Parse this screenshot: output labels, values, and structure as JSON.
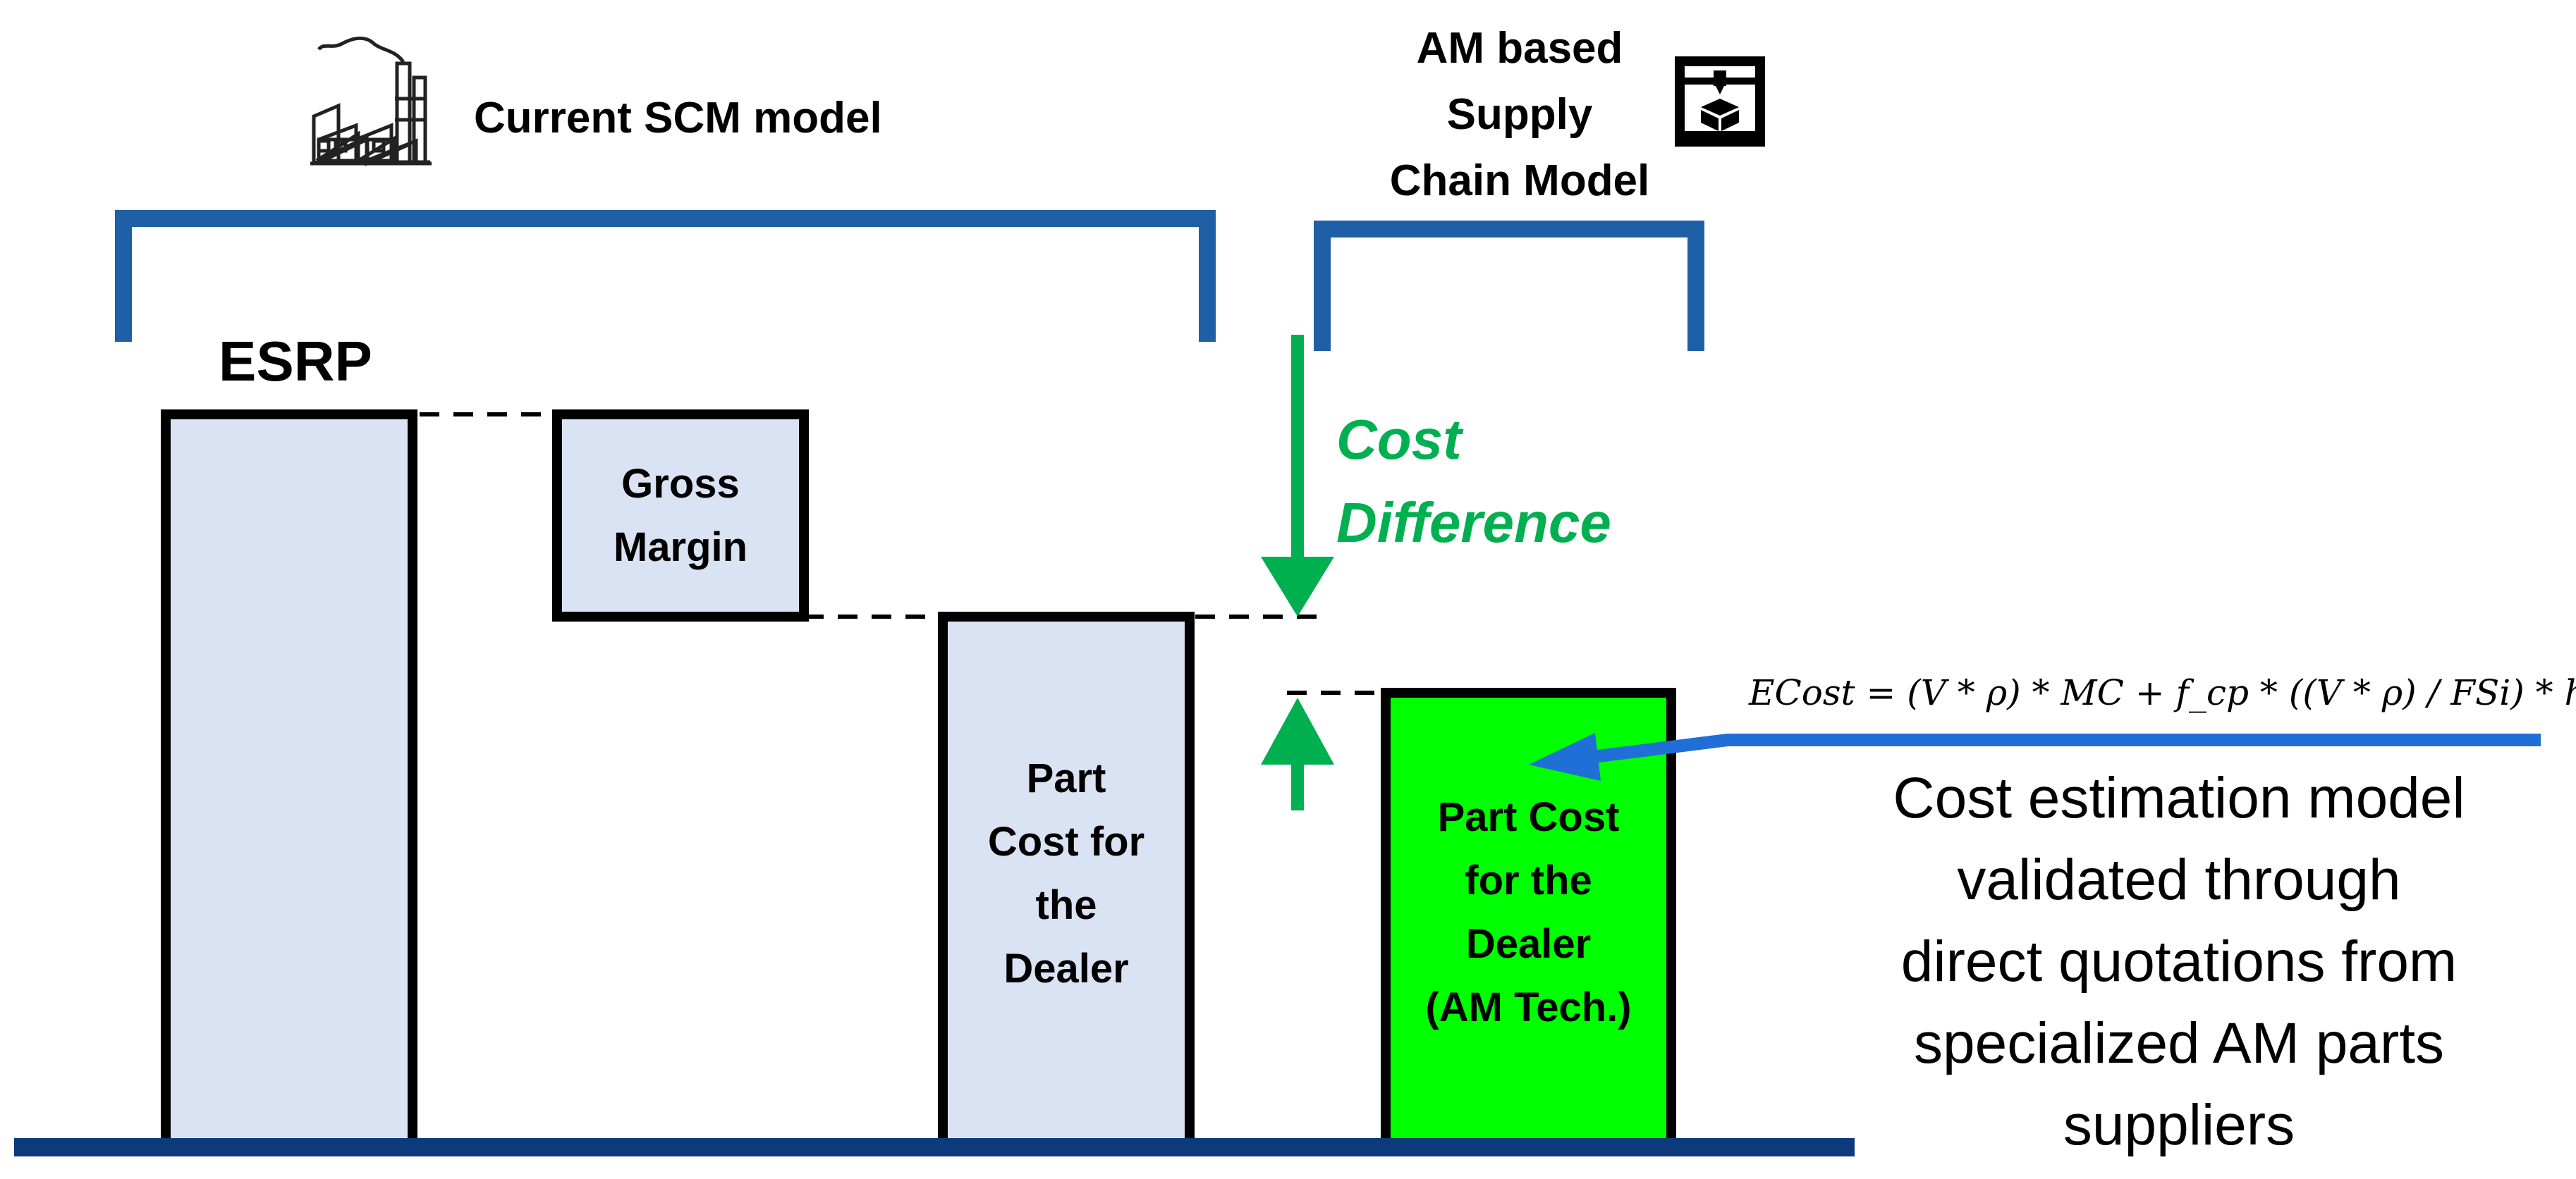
{
  "headers": {
    "current": "Current SCM model",
    "am_lines": [
      "AM based",
      "Supply",
      "Chain Model"
    ]
  },
  "labels": {
    "esrp": "ESRP",
    "gross_margin_lines": [
      "Gross",
      "Margin"
    ],
    "dealer_cost_lines": [
      "Part",
      "Cost for",
      "the",
      "Dealer"
    ],
    "am_cost_lines": [
      "Part Cost",
      "for the",
      "Dealer",
      "(AM Tech.)"
    ],
    "cost_difference_lines": [
      "Cost",
      "Difference"
    ]
  },
  "formula": "ECost = (V * ρ) * MC + f_cp * ((V * ρ) / FSi) * h_ri",
  "note_lines": [
    "Cost estimation model",
    "validated through",
    "direct quotations from",
    "specialized AM parts",
    "suppliers"
  ],
  "icons": [
    "factory-icon",
    "3d-printer-icon"
  ],
  "colors": {
    "bar_fill": "#dae3f3",
    "am_bar_fill": "#00ff00",
    "bracket": "#1f5fa6",
    "baseline": "#0d3a7a",
    "green_arrow": "#00b050",
    "blue_arrow": "#1f6fd6"
  }
}
